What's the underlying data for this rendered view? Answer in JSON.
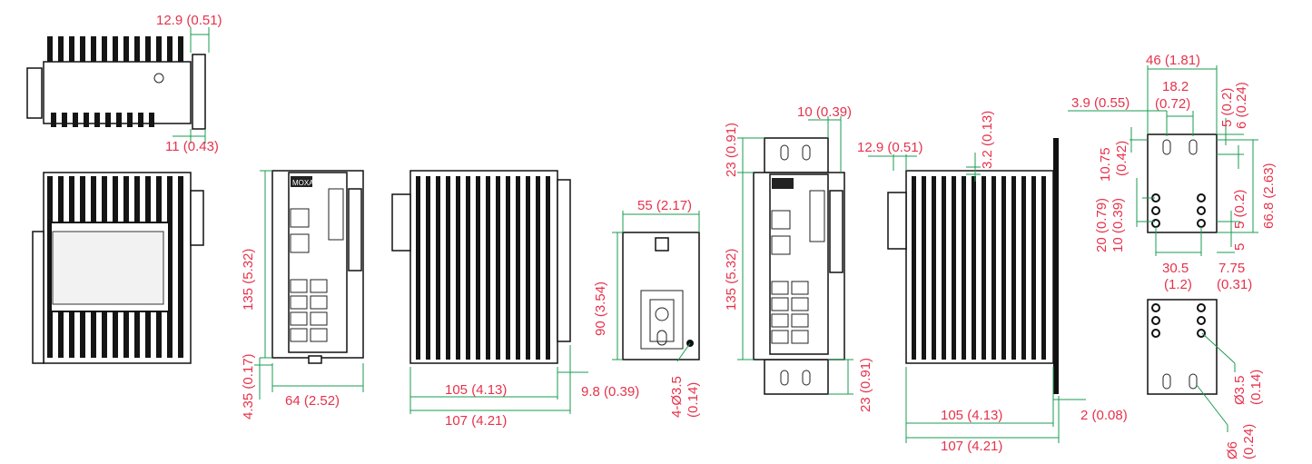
{
  "drawing": {
    "colors": {
      "dimension_text": "#e6324b",
      "dimension_line": "#1a9b52",
      "outline": "#111111"
    },
    "views": {
      "top_view": {
        "dims": [
          "12.9 (0.51)",
          "11 (0.43)"
        ]
      },
      "front_view": {
        "logo": "MOXA",
        "dims": [
          "135 (5.32)",
          "4.35 (0.17)",
          "64 (2.52)"
        ]
      },
      "side_view": {
        "dims": [
          "105 (4.13)",
          "107 (4.21)",
          "9.8 (0.39)"
        ]
      },
      "din_rail_kit": {
        "dims": [
          "55 (2.17)",
          "90 (3.54)",
          "4-Ø3.5",
          "(0.14)"
        ]
      },
      "wall_mount_front": {
        "dims": [
          "10 (0.39)",
          "23 (0.91)",
          "135 (5.32)",
          "23 (0.91)"
        ]
      },
      "wall_mount_side": {
        "dims": [
          "12.9 (0.51)",
          "3.2 (0.13)",
          "105 (4.13)",
          "2 (0.08)",
          "107 (4.21)"
        ]
      },
      "wall_plate_top": {
        "dims": [
          "46 (1.81)",
          "18.2",
          "(0.72)",
          "3.9 (0.55)",
          "5 (0.2)",
          "6 (0.24)",
          "10.75",
          "(0.42)",
          "66.8 (2.63)",
          "20 (0.79)",
          "10 (0.39)",
          "5 (0.2)",
          "5",
          "30.5",
          "(1.2)",
          "7.75",
          "(0.31)"
        ]
      },
      "wall_plate_bottom": {
        "dims": [
          "Ø3.5",
          "(0.14)",
          "Ø6",
          "(0.24)"
        ]
      }
    }
  }
}
